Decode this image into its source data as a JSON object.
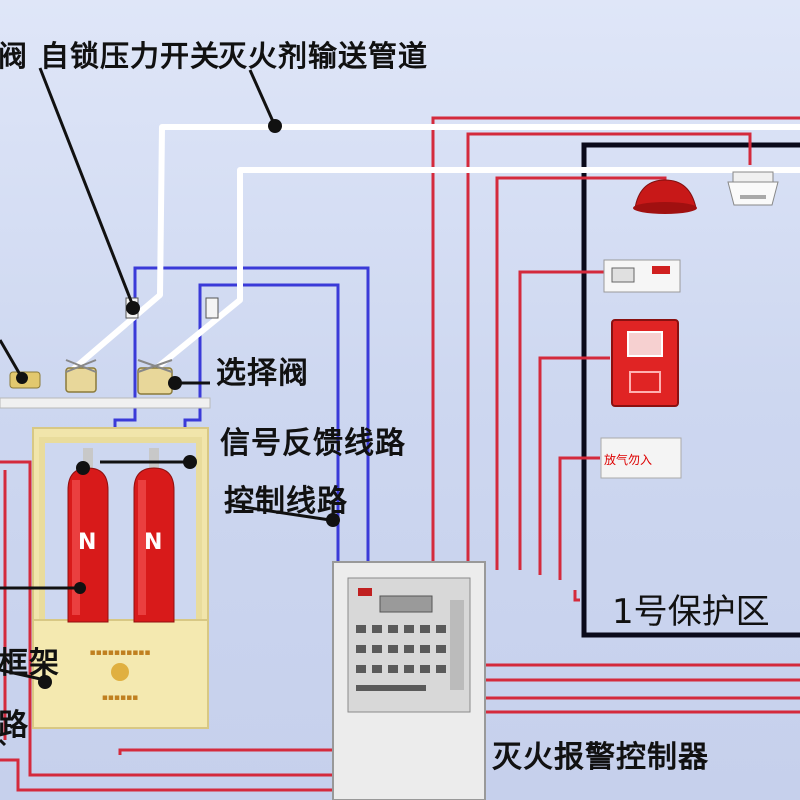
{
  "labels": {
    "top_cut": "阀",
    "self_lock_switch": "自锁压力开关",
    "agent_pipe": "灭火剂输送管道",
    "selector_valve": "选择阀",
    "signal_feedback": "信号反馈线路",
    "control_line": "控制线路",
    "frame_cut": "框架",
    "road_cut": "路",
    "controller": "灭火报警控制器",
    "zone": "1号保护区"
  },
  "cylinder_mark": "N",
  "sign_text": "放气勿入",
  "colors": {
    "background": "#cdd7f0",
    "pipe": "#ffffff",
    "red_wire": "#d42a3c",
    "blue_wire": "#3a3ad8",
    "leader": "#111111",
    "cylinder": "#d81a1a",
    "frame": "#f4e9b0"
  }
}
